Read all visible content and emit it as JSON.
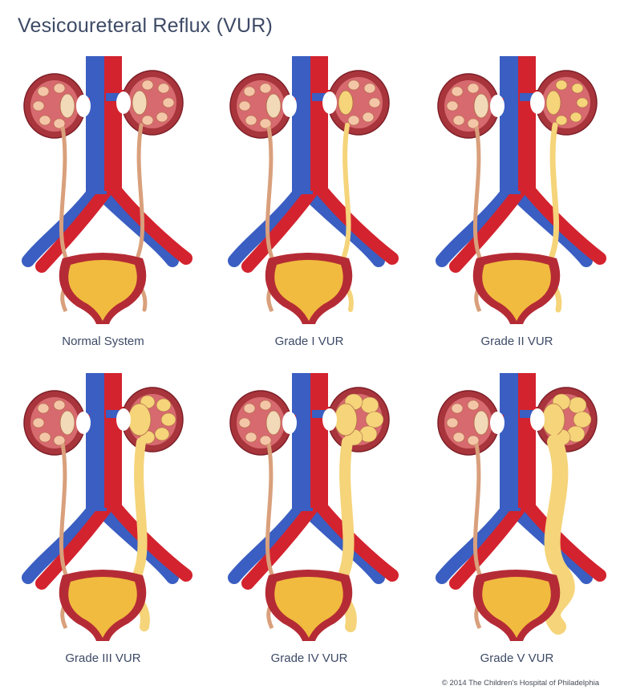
{
  "title": "Vesicoureteral Reflux (VUR)",
  "panels": [
    {
      "label": "Normal System",
      "grade": 0
    },
    {
      "label": "Grade I VUR",
      "grade": 1
    },
    {
      "label": "Grade II VUR",
      "grade": 2
    },
    {
      "label": "Grade III VUR",
      "grade": 3
    },
    {
      "label": "Grade IV VUR",
      "grade": 4
    },
    {
      "label": "Grade V VUR",
      "grade": 5
    }
  ],
  "copyright": "© 2014 The Children's Hospital of Philadelphia",
  "colors": {
    "artery": "#d3232e",
    "vein": "#3a5ec2",
    "kidney": "#a8343c",
    "ureter_normal": "#d9a07c",
    "urine": "#f5d47a",
    "bladder_wall": "#b52b35",
    "bladder_fill": "#f1bb3f",
    "text": "#3d4a66"
  }
}
